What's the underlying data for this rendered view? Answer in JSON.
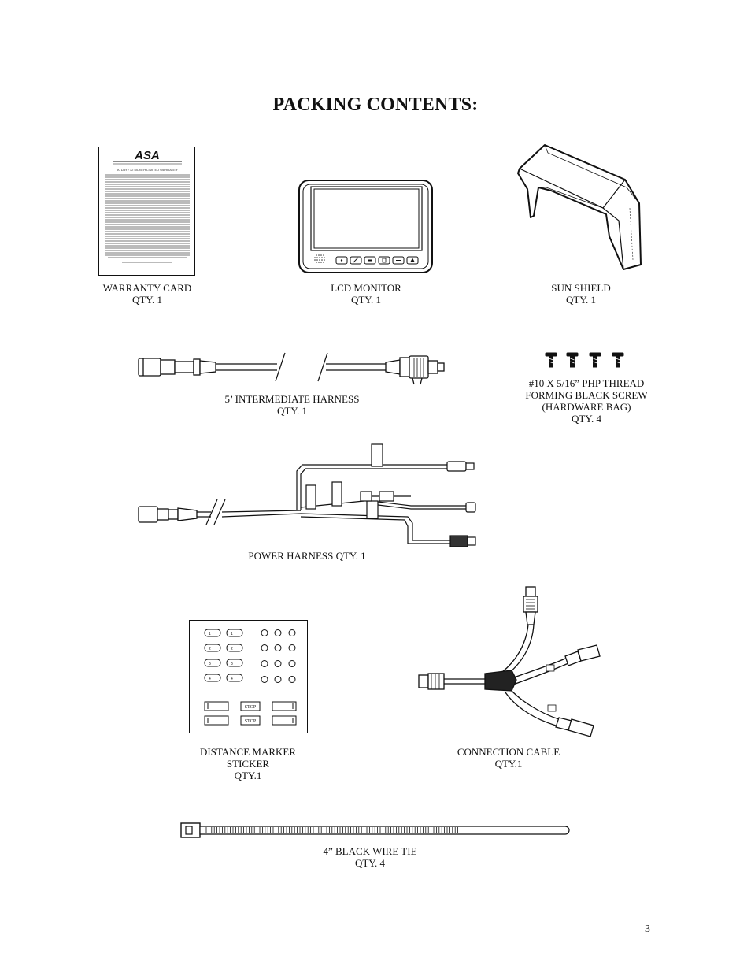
{
  "page": {
    "title": "PACKING CONTENTS:",
    "page_number": "3"
  },
  "items": {
    "warranty_card": {
      "name": "WARRANTY CARD",
      "qty": "QTY. 1"
    },
    "lcd_monitor": {
      "name": "LCD MONITOR",
      "qty": "QTY. 1"
    },
    "sun_shield": {
      "name": "SUN SHIELD",
      "qty": "QTY. 1"
    },
    "intermediate_harness": {
      "name": "5’ INTERMEDIATE HARNESS",
      "qty": "QTY. 1"
    },
    "screw": {
      "line1": "#10 X 5/16” PHP THREAD",
      "line2": "FORMING BLACK SCREW",
      "line3": "(HARDWARE BAG)",
      "qty": "QTY. 4"
    },
    "power_harness": {
      "name": "POWER HARNESS QTY. 1"
    },
    "distance_marker": {
      "line1": "DISTANCE MARKER",
      "line2": "STICKER",
      "qty": "QTY.1"
    },
    "connection_cable": {
      "name": "CONNECTION CABLE",
      "qty": "QTY.1"
    },
    "wire_tie": {
      "name": "4” BLACK WIRE TIE",
      "qty": "QTY. 4"
    }
  },
  "warranty_card_art": {
    "logo": "ASA",
    "heading": "90 DAY / 12 MONTH LIMITED WARRANTY"
  },
  "sticker_art": {
    "stop_label": "STOP",
    "numbers": [
      "1",
      "2",
      "3",
      "4"
    ]
  }
}
